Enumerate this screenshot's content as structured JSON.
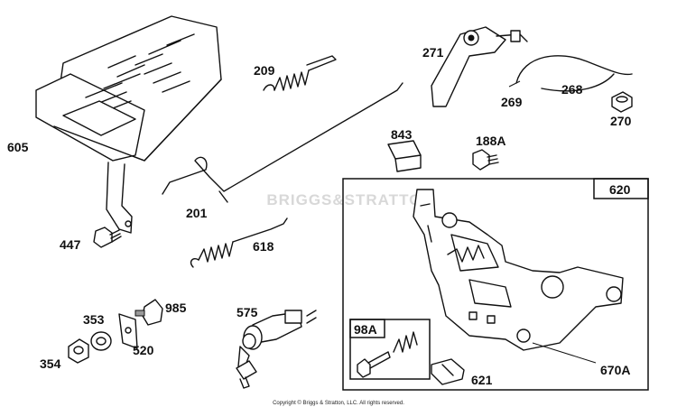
{
  "labels": {
    "p605": "605",
    "p209": "209",
    "p271": "271",
    "p268": "268",
    "p269": "269",
    "p270": "270",
    "p843": "843",
    "p188a": "188A",
    "p201": "201",
    "p447": "447",
    "p618": "618",
    "p620": "620",
    "p575": "575",
    "p353": "353",
    "p985": "985",
    "p354": "354",
    "p520": "520",
    "p98a": "98A",
    "p621": "621",
    "p670a": "670A"
  },
  "watermark": "BRIGGS&STRATTON",
  "copyright": "Copyright © Briggs & Stratton, LLC. All rights reserved."
}
